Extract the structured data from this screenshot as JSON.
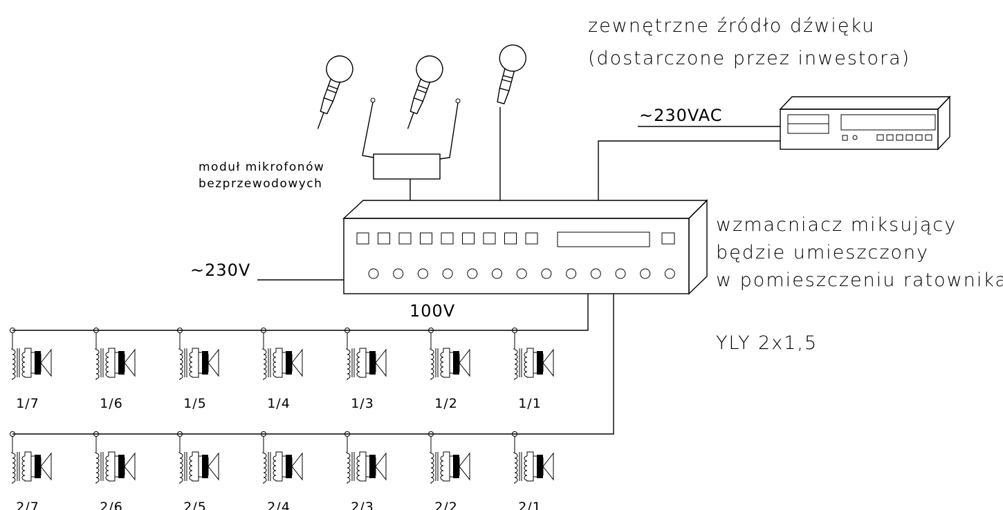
{
  "labels": {
    "external_source_line1": "zewnętrzne źródło dźwięku",
    "external_source_line2": "(dostarczone przez inwestora)",
    "vac_230": "~230VAC",
    "v_230": "~230V",
    "wireless_module_line1": "moduł mikrofonów",
    "wireless_module_line2": "bezprzewodowych",
    "amplifier_line1": "wzmacniacz miksujący",
    "amplifier_line2": "będzie umieszczony",
    "amplifier_line3": "w pomieszczeniu ratownika",
    "v_100": "100V",
    "cable": "YLY 2x1,5"
  },
  "speaker_rows": [
    {
      "name": "line-1",
      "speakers": [
        "1/7",
        "1/6",
        "1/5",
        "1/4",
        "1/3",
        "1/2",
        "1/1"
      ]
    },
    {
      "name": "line-2",
      "speakers": [
        "2/7",
        "2/6",
        "2/5",
        "2/4",
        "2/3",
        "2/2",
        "2/1"
      ]
    }
  ],
  "icons": {
    "microphone": "microphone-icon",
    "wireless_microphone": "wireless-microphone-icon",
    "speaker": "speaker-icon",
    "player": "cd-player-icon",
    "amplifier": "mixing-amplifier-icon"
  },
  "colors": {
    "line": "#000000",
    "background": "#ffffff"
  }
}
